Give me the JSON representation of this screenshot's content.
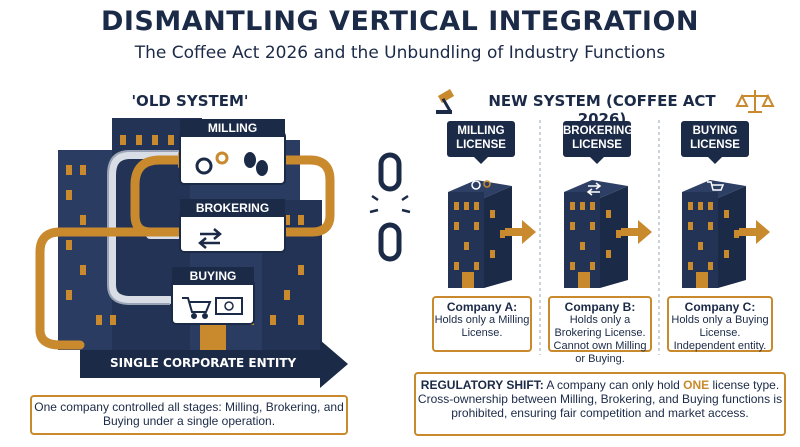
{
  "header": {
    "title": "DISMANTLING VERTICAL INTEGRATION",
    "subtitle": "The Coffee Act 2026 and the Unbundling of Industry Functions"
  },
  "old_system": {
    "heading": "'OLD SYSTEM'",
    "functions": [
      "MILLING",
      "BROKERING",
      "BUYING"
    ],
    "entity_label": "SINGLE CORPORATE ENTITY",
    "caption": "One company controlled all stages: Milling, Brokering, and Buying under a single operation."
  },
  "new_system": {
    "heading": "NEW SYSTEM (COFFEE ACT 2026)",
    "licenses": [
      {
        "label": "MILLING LICENSE",
        "company": "Company A:",
        "desc": "Holds only a Milling License."
      },
      {
        "label": "BROKERING LICENSE",
        "company": "Company B:",
        "desc": "Holds only a Brokering License. Cannot own Milling or Buying."
      },
      {
        "label": "BUYING LICENSE",
        "company": "Company C:",
        "desc": "Holds only a Buying License. Independent entity."
      }
    ],
    "regulatory": {
      "lead": "REGULATORY SHIFT:",
      "pre": "A company can only hold ",
      "keyword": "ONE",
      "post": " license type. Cross-ownership between Milling, Brokering, and Buying functions is prohibited, ensuring fair competition and market access."
    }
  },
  "colors": {
    "navy": "#1b2a47",
    "gold": "#c98a2e"
  },
  "icons": [
    "gavel-icon",
    "scales-icon",
    "gears-icon",
    "coffee-beans-icon",
    "exchange-arrows-icon",
    "shopping-cart-icon",
    "money-icon",
    "broken-chain-icon"
  ]
}
